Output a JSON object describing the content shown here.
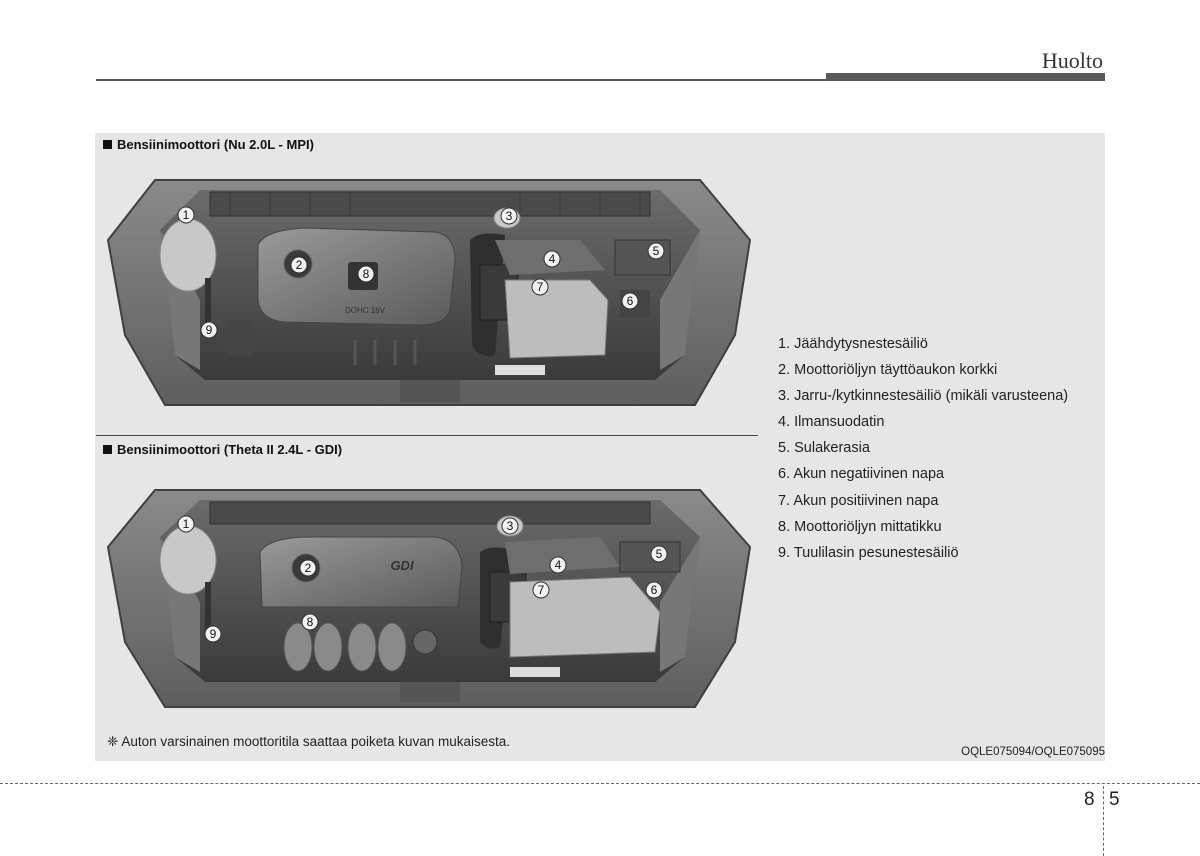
{
  "header": {
    "title": "Huolto"
  },
  "sections": [
    {
      "heading": "Bensiinimoottori (Nu 2.0L - MPI)"
    },
    {
      "heading": "Bensiinimoottori (Theta II 2.4L - GDI)"
    }
  ],
  "legend": [
    "1. Jäähdytysnestesäiliö",
    "2. Moottoriöljyn täyttöaukon korkki",
    "3. Jarru-/kytkinnestesäiliö (mikäli varusteena)",
    "4. Ilmansuodatin",
    "5. Sulakerasia",
    "6. Akun negatiivinen napa",
    "7. Akun positiivinen napa",
    "8. Moottoriöljyn mittatikku",
    "9. Tuulilasin pesunestesäiliö"
  ],
  "footnote": "❈ Auton varsinainen moottoritila saattaa poiketa kuvan mukaisesta.",
  "image_code": "OQLE075094/OQLE075095",
  "page": {
    "chapter": "8",
    "number": "5"
  },
  "images": {
    "mpi": {
      "engine_cover_text": "DOHC 16V",
      "callouts": [
        "1",
        "2",
        "3",
        "4",
        "5",
        "6",
        "7",
        "8",
        "9"
      ]
    },
    "gdi": {
      "engine_cover_text": "GDI",
      "callouts": [
        "1",
        "2",
        "3",
        "4",
        "5",
        "6",
        "7",
        "8",
        "9"
      ]
    }
  }
}
